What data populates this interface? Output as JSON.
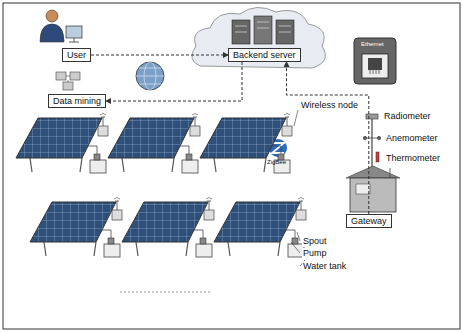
{
  "diagram": {
    "nodes": [
      {
        "text": [
          "User"
        ]
      },
      {
        "text": [
          "Data mining"
        ]
      },
      {
        "text": [
          "Backend server"
        ]
      },
      {
        "text": [
          "Gateway"
        ]
      }
    ],
    "edges": [
      {
        "from": 0,
        "to": 2,
        "arrow": "to"
      },
      {
        "from": 2,
        "to": 1,
        "arrow": "to"
      },
      {
        "from": 3,
        "to": 2,
        "arrow": "to"
      }
    ],
    "labels": [
      "Wireless node",
      "ZigBee",
      "Radiometer",
      "Anemometer",
      "Thermometer",
      "Spout",
      "Pump",
      "Water tank",
      "Ethernet"
    ]
  }
}
